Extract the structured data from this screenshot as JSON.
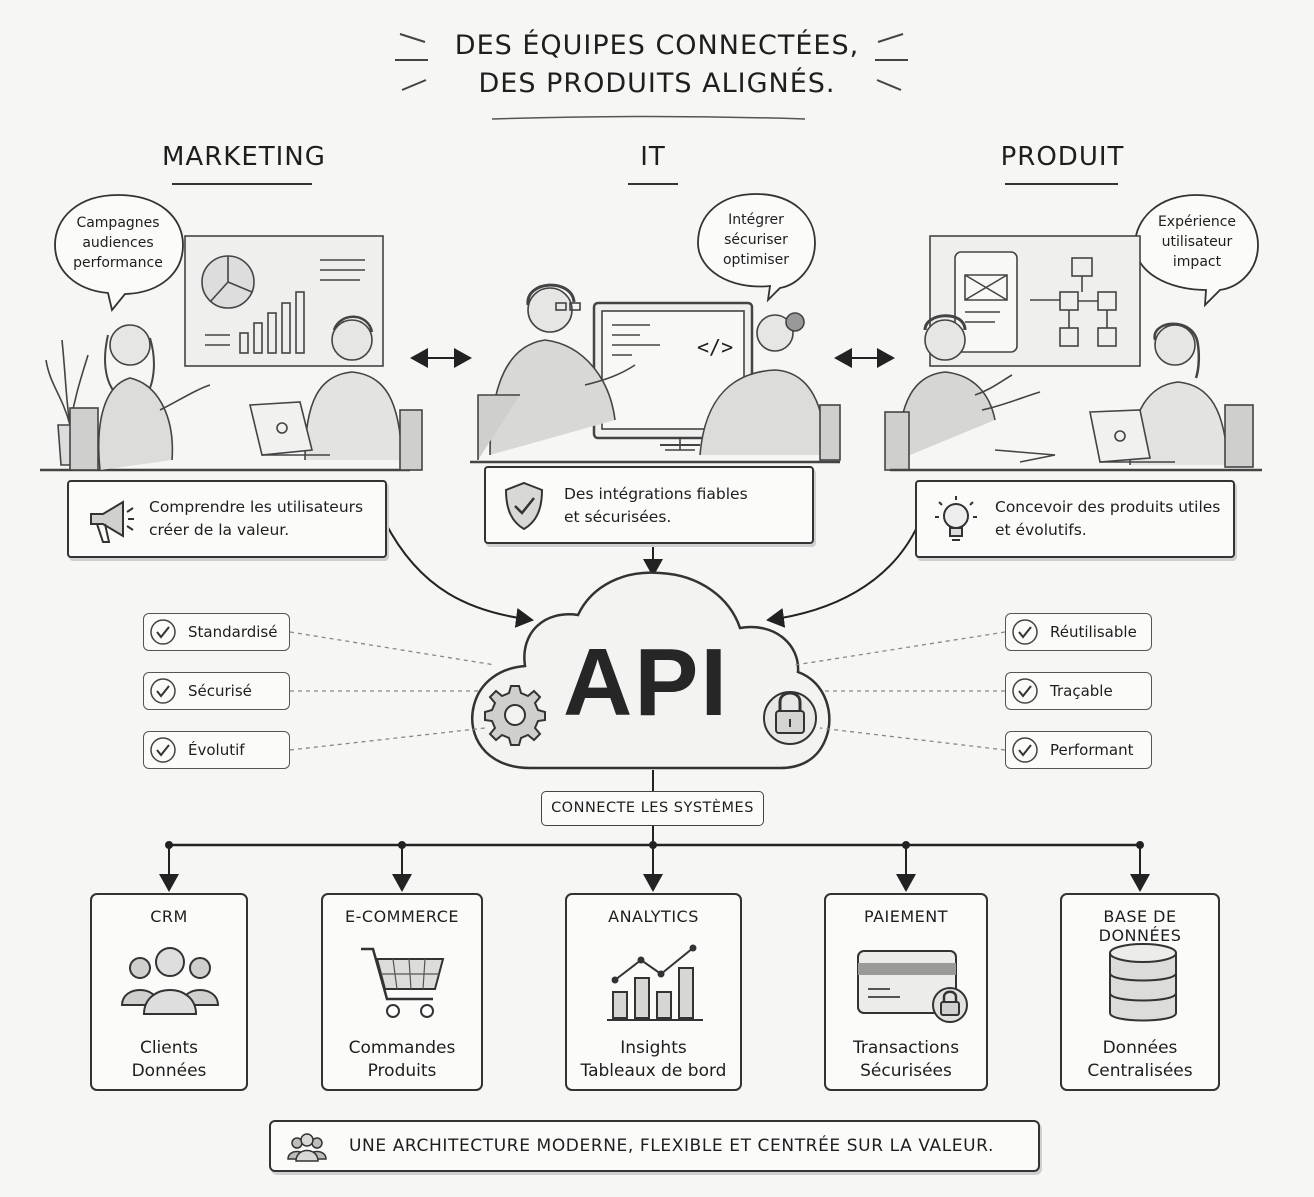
{
  "title": {
    "line1": "DES ÉQUIPES CONNECTÉES,",
    "line2": "DES PRODUITS ALIGNÉS."
  },
  "teams": [
    {
      "name": "MARKETING",
      "bubble": [
        "Campagnes",
        "audiences",
        "performance"
      ],
      "card": [
        "Comprendre les utilisateurs",
        "créer de la valeur."
      ],
      "card_icon": "megaphone-icon"
    },
    {
      "name": "IT",
      "bubble": [
        "Intégrer",
        "sécuriser",
        "optimiser"
      ],
      "card": [
        "Des intégrations fiables",
        "et sécurisées."
      ],
      "card_icon": "shield-check-icon",
      "screen_code": "</>"
    },
    {
      "name": "PRODUIT",
      "bubble": [
        "Expérience",
        "utilisateur",
        "impact"
      ],
      "card": [
        "Concevoir des produits utiles",
        "et évolutifs."
      ],
      "card_icon": "lightbulb-icon"
    }
  ],
  "api": {
    "label": "API",
    "left_qualities": [
      "Standardisé",
      "Sécurisé",
      "Évolutif"
    ],
    "right_qualities": [
      "Réutilisable",
      "Traçable",
      "Performant"
    ],
    "connector": "CONNECTE LES SYSTÈMES"
  },
  "systems": [
    {
      "title": "CRM",
      "line1": "Clients",
      "line2": "Données",
      "icon": "users-icon"
    },
    {
      "title": "E-COMMERCE",
      "line1": "Commandes",
      "line2": "Produits",
      "icon": "cart-icon"
    },
    {
      "title": "ANALYTICS",
      "line1": "Insights",
      "line2": "Tableaux de bord",
      "icon": "chart-icon"
    },
    {
      "title": "PAIEMENT",
      "line1": "Transactions",
      "line2": "Sécurisées",
      "icon": "credit-card-lock-icon"
    },
    {
      "title": "BASE DE DONNÉES",
      "line1": "Données",
      "line2": "Centralisées",
      "icon": "database-icon"
    }
  ],
  "banner": "UNE ARCHITECTURE MODERNE, FLEXIBLE ET CENTRÉE SUR LA VALEUR.",
  "colors": {
    "ink": "#1e1e1e",
    "paper": "#f6f6f4",
    "sketch": "#555555"
  }
}
